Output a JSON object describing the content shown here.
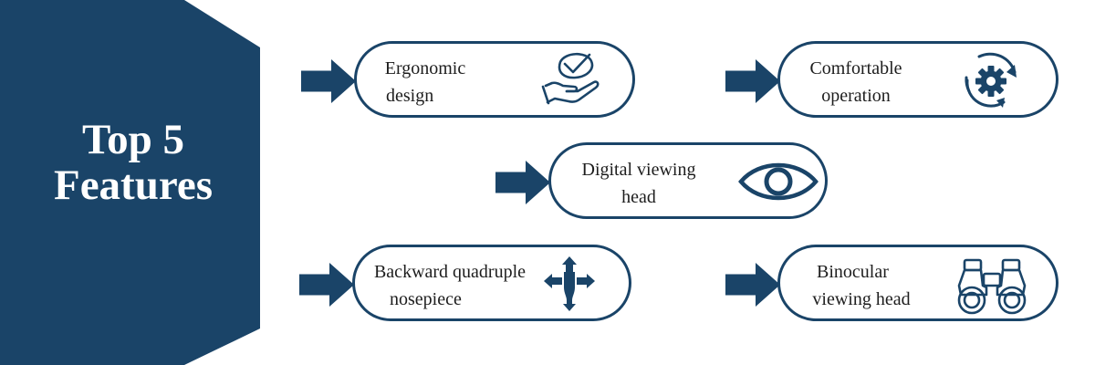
{
  "banner": {
    "line1": "Top 5",
    "line2": "Features"
  },
  "accent_color": "#1a4468",
  "features": [
    {
      "line1": "Ergonomic",
      "line2": "design",
      "icon": "hand-check-icon"
    },
    {
      "line1": "Comfortable",
      "line2": "operation",
      "icon": "gear-cycle-icon"
    },
    {
      "line1": "Digital viewing",
      "line2": "head",
      "icon": "eye-icon"
    },
    {
      "line1": "Backward quadruple",
      "line2": "nosepiece",
      "icon": "four-way-arrows-icon"
    },
    {
      "line1": "Binocular",
      "line2": "viewing head",
      "icon": "binoculars-icon"
    }
  ]
}
